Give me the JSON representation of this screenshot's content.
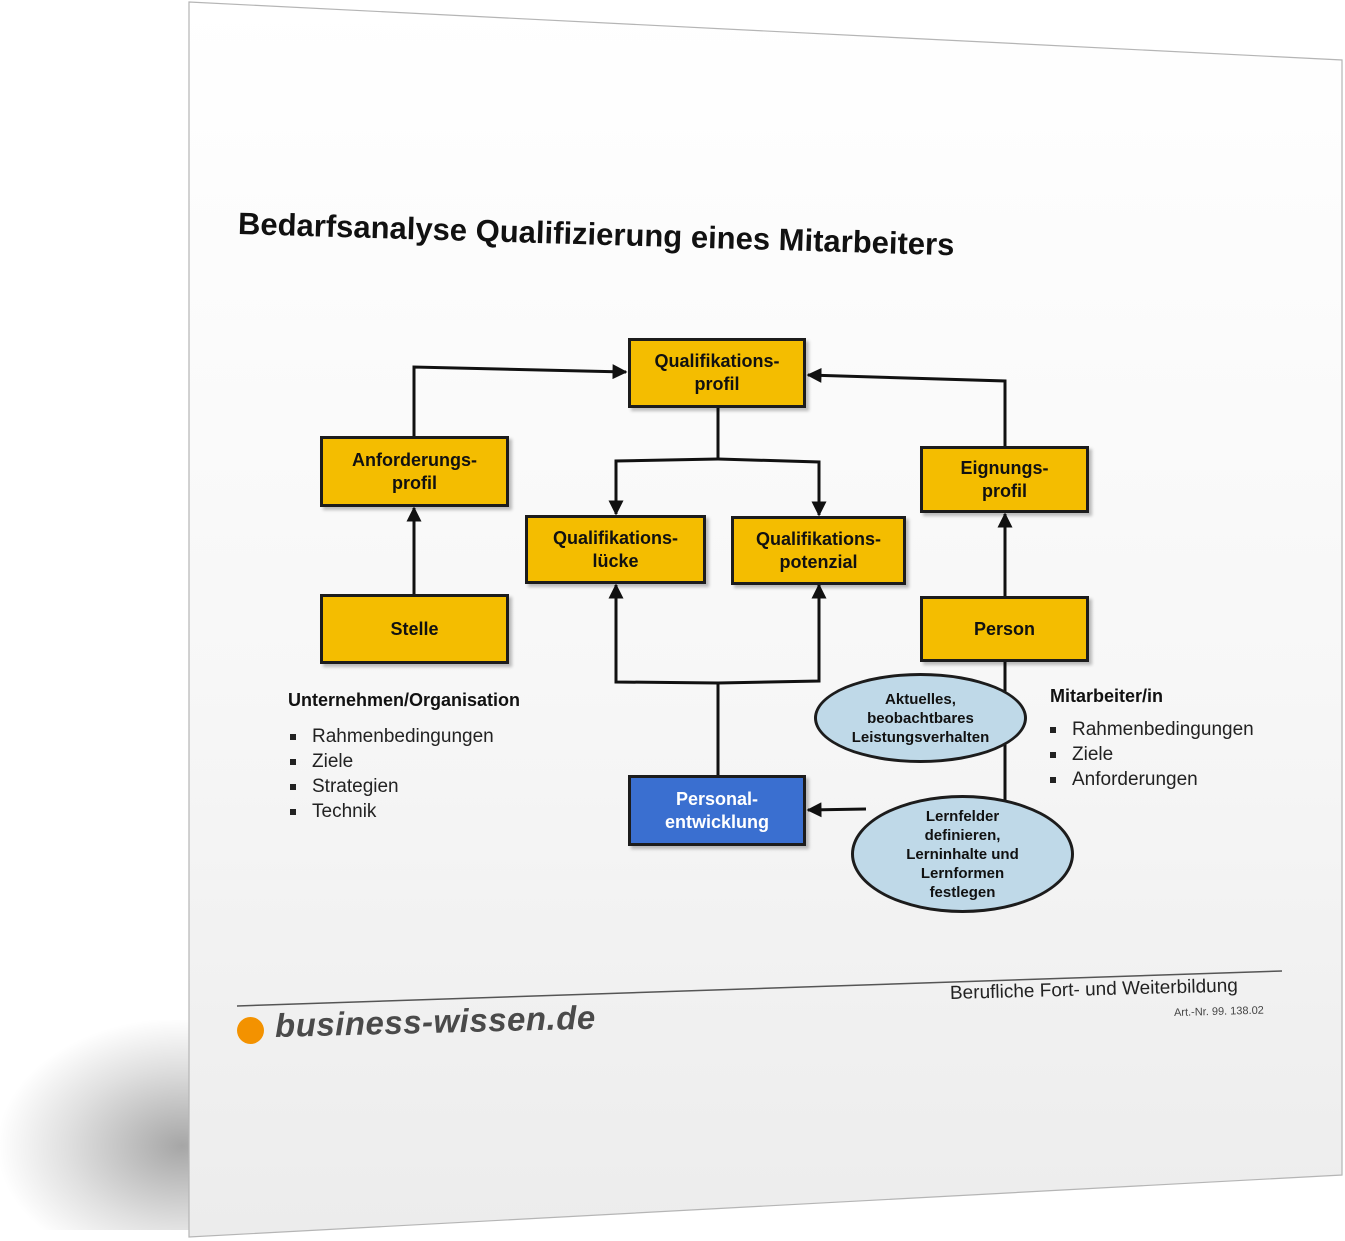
{
  "page": {
    "title": "Bedarfsanalyse Qualifizierung eines Mitarbeiters"
  },
  "diagram": {
    "boxes": {
      "qualifikationsprofil": "Qualifikations-\nprofil",
      "anforderungsprofil": "Anforderungs-\nprofil",
      "eignungsprofil": "Eignungs-\nprofil",
      "qualifikationsluecke": "Qualifikations-\nlücke",
      "qualifikationspotenzial": "Qualifikations-\npotenzial",
      "stelle": "Stelle",
      "person": "Person",
      "personalentwicklung": "Personal-\nentwicklung"
    },
    "ellipses": {
      "leistungsverhalten": "Aktuelles,\nbeobachtbares\nLeistungsverhalten",
      "lernfelder": "Lernfelder\ndefinieren,\nLerninhalte und\nLernformen\nfestlegen"
    },
    "colors": {
      "box_fill": "#f4bd00",
      "highlight_box_fill": "#3a6fd0",
      "ellipse_fill": "#bfd9e8"
    }
  },
  "left_panel": {
    "heading": "Unternehmen/Organisation",
    "items": [
      "Rahmenbedingungen",
      "Ziele",
      "Strategien",
      "Technik"
    ]
  },
  "right_panel": {
    "heading": "Mitarbeiter/in",
    "items": [
      "Rahmenbedingungen",
      "Ziele",
      "Anforderungen"
    ]
  },
  "footer": {
    "category": "Berufliche Fort- und Weiterbildung",
    "article_number": "Art.-Nr. 99. 138.02",
    "brand": "business-wissen.de",
    "brand_color": "#f39200"
  }
}
